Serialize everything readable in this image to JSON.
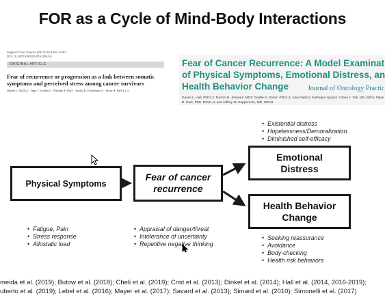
{
  "slide": {
    "title": "FOR as a Cycle of Mind-Body Interactions"
  },
  "paper_left": {
    "journal_line1": "Support Care Cancer (2017) 25:1401–1407",
    "journal_line2": "DOI 10.1007/s00520-016-3553-5",
    "section": "ORIGINAL ARTICLE",
    "title": "Fear of recurrence or progression as a link between somatic symptoms and perceived stress among cancer survivors",
    "authors": "Daniel L. Hall1,2 · Inga T. Lennes3 · William F. Pirl3 · Emily R. Friedman3,4 · Elyse R. Park1,2,3"
  },
  "paper_right": {
    "title_line1": "Fear of Cancer Recurrence: A Model Examination",
    "title_line2": "of Physical Symptoms, Emotional Distress, and",
    "title_line3": "Health Behavior Change",
    "journal": "Journal of Oncology Practice",
    "authors": "Daniel L. Hall, PhD1,2; Rachel B. Jimenez, MD3; Giselle K. Perez, PhD1,2; Julia Rabin1; Katharine Quain1; Gloria Y. Yeh, MD, MPH; Elyse R. Park, PhD, MPH1,4; and Jeffrey M. Peppercorn, MD, MPH3"
  },
  "diagram": {
    "physical_symptoms": "Physical Symptoms",
    "fear_line1": "Fear of cancer",
    "fear_line2": "recurrence",
    "emotional_line1": "Emotional",
    "emotional_line2": "Distress",
    "health_line1": "Health Behavior",
    "health_line2": "Change",
    "emotional_bullets": [
      "Existential distress",
      "Hopelessness/Demoralization",
      "Diminished self-efficacy"
    ],
    "physical_bullets": [
      "Fatigue, Pain",
      "Stress response",
      "Allostatic load"
    ],
    "fear_bullets": [
      "Appraisal of danger/threat",
      "Intolerance of uncertainty",
      "Repetitive negative thinking"
    ],
    "health_bullets": [
      "Seeking reassurance",
      "Avoidance",
      "Body-checking",
      "Health risk behaviors"
    ]
  },
  "citations": {
    "line1": "meida et al. (2019); Butow et al. (2018); Cheli et al. (2019); Crist et al. (2013); Dinkel et al. (2014); Hall et al. (2014, 2016-2019);",
    "line2": "uberto et al. (2019); Lebel et al. (2016); Mayer et al. (2017); Savard et al. (2013); Simard et al. (2010); Simonelli et al. (2017)"
  },
  "colors": {
    "accent_teal": "#1f8f83",
    "journal_blue": "#1f7fa8",
    "box_border": "#1a1a1a"
  }
}
